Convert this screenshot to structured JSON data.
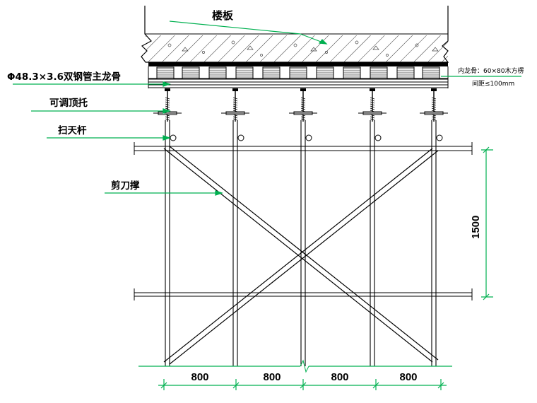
{
  "labels": {
    "floor_slab": "楼板",
    "main_keel": "Φ48.3×3.6双钢管主龙骨",
    "adjustable_top": "可调顶托",
    "top_sweep_bar": "扫天杆",
    "scissor_brace": "剪刀撑",
    "inner_keel_line1": "内龙骨：60×80木方楞",
    "inner_keel_line2": "间距≤100mm"
  },
  "dimensions": {
    "bay_spacings": [
      "800",
      "800",
      "800",
      "800"
    ],
    "vertical_step": "1500"
  },
  "colors": {
    "leader": "#00b050",
    "line": "#000000",
    "hatch": "#333333"
  }
}
